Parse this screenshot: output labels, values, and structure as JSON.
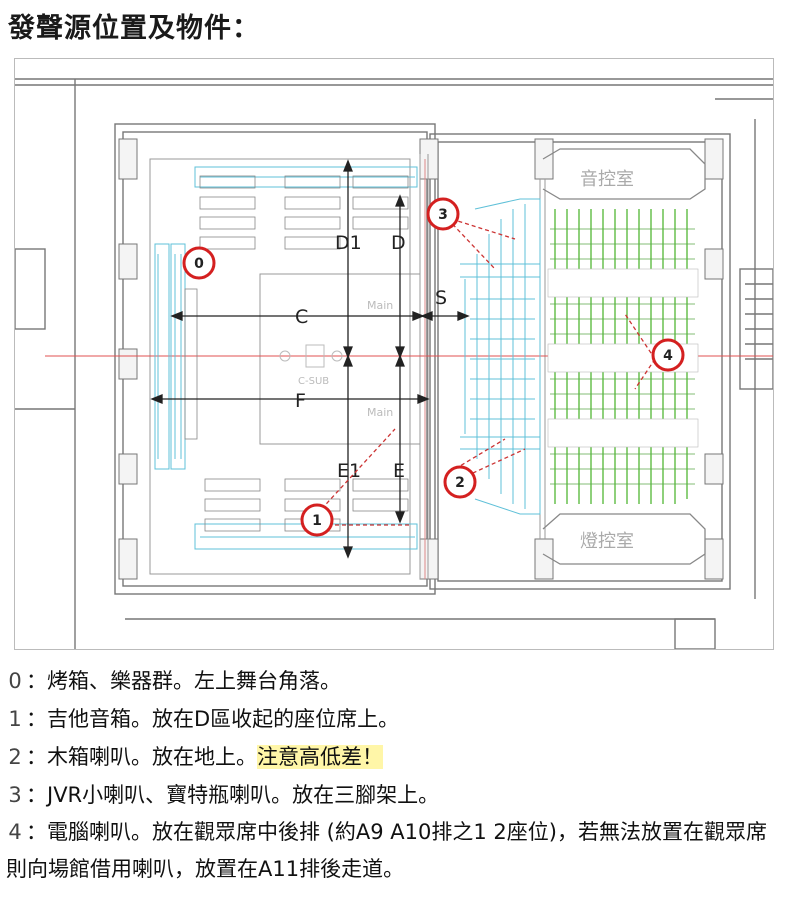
{
  "title": "發聲源位置及物件：",
  "plan": {
    "room_labels": {
      "sound_control": "音控室",
      "lighting_control": "燈控室"
    },
    "dimension_labels": {
      "d1": "D1",
      "d": "D",
      "c": "C",
      "s": "S",
      "f": "F",
      "e1": "E1",
      "e": "E"
    },
    "faint_labels": {
      "main_upper": "Main",
      "main_lower": "Main",
      "c_sub": "C-SUB"
    },
    "markers": [
      "0",
      "1",
      "2",
      "3",
      "4"
    ],
    "colors": {
      "marker_ring": "#d42020",
      "seat_blue": "#5fc0d8",
      "seat_green": "#72c55a",
      "axis_red": "#e05050"
    }
  },
  "legend": {
    "items": [
      {
        "num": "0",
        "sep": "：",
        "text": "烤箱、樂器群。左上舞台角落。"
      },
      {
        "num": "1",
        "sep": "：",
        "text": "吉他音箱。放在D區收起的座位席上。"
      },
      {
        "num": "2",
        "sep": "：",
        "text": "木箱喇叭。放在地上。",
        "highlight": "注意高低差！"
      },
      {
        "num": "3",
        "sep": "：",
        "text": "JVR小喇叭、寶特瓶喇叭。放在三腳架上。"
      },
      {
        "num": "4",
        "sep": "：",
        "text": "電腦喇叭。放在觀眾席中後排 (約A9 A10排之1 2座位)，若無法放置在觀眾席則向場館借用喇叭，放置在A11排後走道。"
      }
    ]
  }
}
